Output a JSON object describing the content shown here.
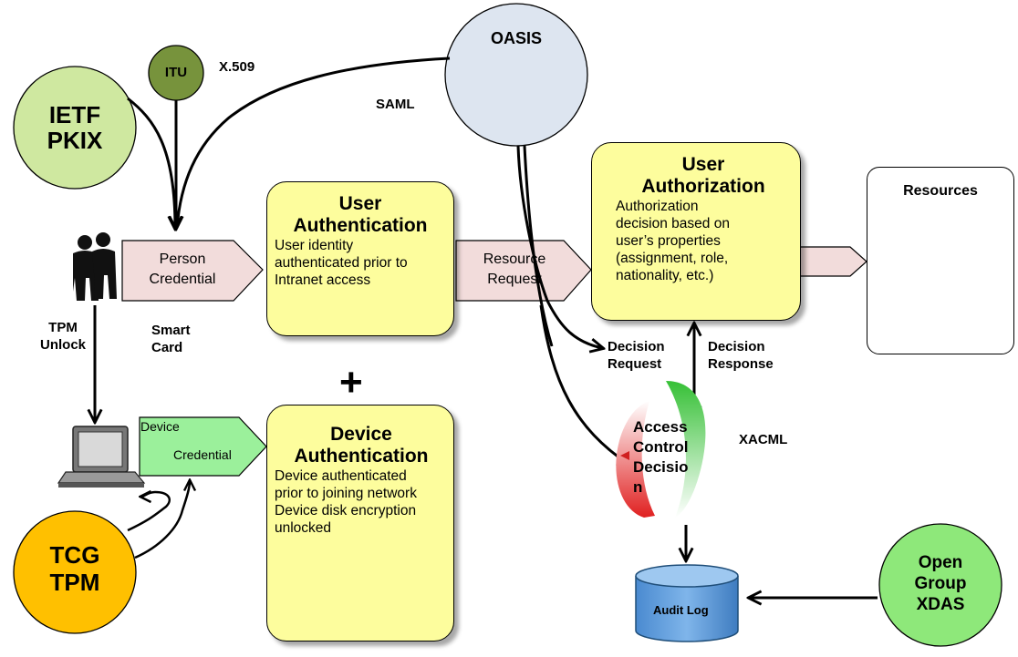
{
  "orgs": {
    "ietf": "IETF\nPKIX",
    "itu": "ITU",
    "oasis": "OASIS",
    "tcg": "TCG\nTPM",
    "open_group": "Open\nGroup\nXDAS"
  },
  "standards": {
    "x509": "X.509",
    "saml": "SAML",
    "xacml": "XACML"
  },
  "labels": {
    "smart_card": "Smart\nCard",
    "tpm_unlock": "TPM\nUnlock",
    "decision_request": "Decision\nRequest",
    "decision_response": "Decision\nResponse",
    "person_credential": "Person\nCredential",
    "resource_request": "Resource\nRequest",
    "device_credential_1": "Device",
    "device_credential_2": "Credential",
    "plus": "+",
    "access_control_decision": "Access\nControl\nDecisio\nn",
    "audit_log": "Audit Log"
  },
  "boxes": {
    "user_authentication": {
      "title": "User\nAuthentication",
      "body": "User identity\nauthenticated prior to\nIntranet access"
    },
    "user_authorization": {
      "title": "User\nAuthorization",
      "body": "Authorization\ndecision based on\nuser’s properties\n(assignment, role,\nnationality, etc.)"
    },
    "device_authentication": {
      "title": "Device\nAuthentication",
      "body": "Device authenticated\nprior to joining network\nDevice disk encryption\nunlocked"
    },
    "resources": {
      "title": "Resources"
    }
  },
  "colors": {
    "box_yellow": "#fdfd9d",
    "ietf_green": "#cfe8a0",
    "itu_olive": "#77933c",
    "oasis_blue": "#dde5f0",
    "tcg_orange": "#ffc000",
    "open_group_green": "#8ee87a",
    "credential_pink": "#f2dcdb",
    "device_green": "#9bf09b",
    "audit_blue": "#5b9bd5"
  }
}
